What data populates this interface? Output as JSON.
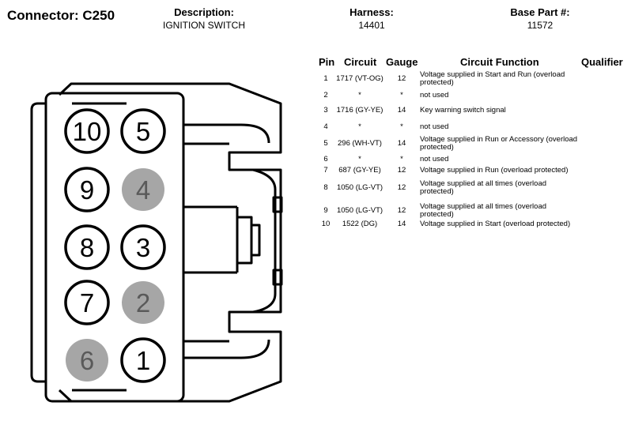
{
  "connector": {
    "label": "Connector: C250"
  },
  "description": {
    "label": "Description:",
    "value": "IGNITION SWITCH"
  },
  "harness": {
    "label": "Harness:",
    "value": "14401"
  },
  "base_part": {
    "label": "Base Part #:",
    "value": "11572"
  },
  "table": {
    "headers": {
      "pin": "Pin",
      "circuit": "Circuit",
      "gauge": "Gauge",
      "function": "Circuit Function",
      "qualifier": "Qualifier"
    },
    "rows": [
      {
        "pin": "1",
        "circuit": "1717 (VT-OG)",
        "gauge": "12",
        "function": "Voltage supplied in Start and Run (overload protected)"
      },
      {
        "pin": "2",
        "circuit": "*",
        "gauge": "*",
        "function": "not used"
      },
      {
        "pin": "3",
        "circuit": "1716 (GY-YE)",
        "gauge": "14",
        "function": "Key warning switch signal"
      },
      {
        "pin": "4",
        "circuit": "*",
        "gauge": "*",
        "function": "not used"
      },
      {
        "pin": "5",
        "circuit": "296 (WH-VT)",
        "gauge": "14",
        "function": "Voltage supplied in Run or Accessory (overload protected)"
      },
      {
        "pin": "6",
        "circuit": "*",
        "gauge": "*",
        "function": "not used"
      },
      {
        "pin": "7",
        "circuit": "687 (GY-YE)",
        "gauge": "12",
        "function": "Voltage supplied in Run (overload protected)"
      },
      {
        "pin": "8",
        "circuit": "1050 (LG-VT)",
        "gauge": "12",
        "function": "Voltage supplied at all times (overload protected)"
      },
      {
        "pin": "9",
        "circuit": "1050 (LG-VT)",
        "gauge": "12",
        "function": "Voltage supplied at all times (overload protected)"
      },
      {
        "pin": "10",
        "circuit": "1522 (DG)",
        "gauge": "14",
        "function": "Voltage supplied in Start (overload protected)"
      }
    ]
  },
  "connector_pins": [
    {
      "label": "10",
      "used": true
    },
    {
      "label": "5",
      "used": true
    },
    {
      "label": "9",
      "used": true
    },
    {
      "label": "4",
      "used": false
    },
    {
      "label": "8",
      "used": true
    },
    {
      "label": "3",
      "used": true
    },
    {
      "label": "7",
      "used": true
    },
    {
      "label": "2",
      "used": false
    },
    {
      "label": "6",
      "used": false
    },
    {
      "label": "1",
      "used": true
    }
  ],
  "colors": {
    "unused_pin_fill": "#a6a6a6",
    "unused_pin_text": "#5a5a5a",
    "line": "#000000"
  }
}
